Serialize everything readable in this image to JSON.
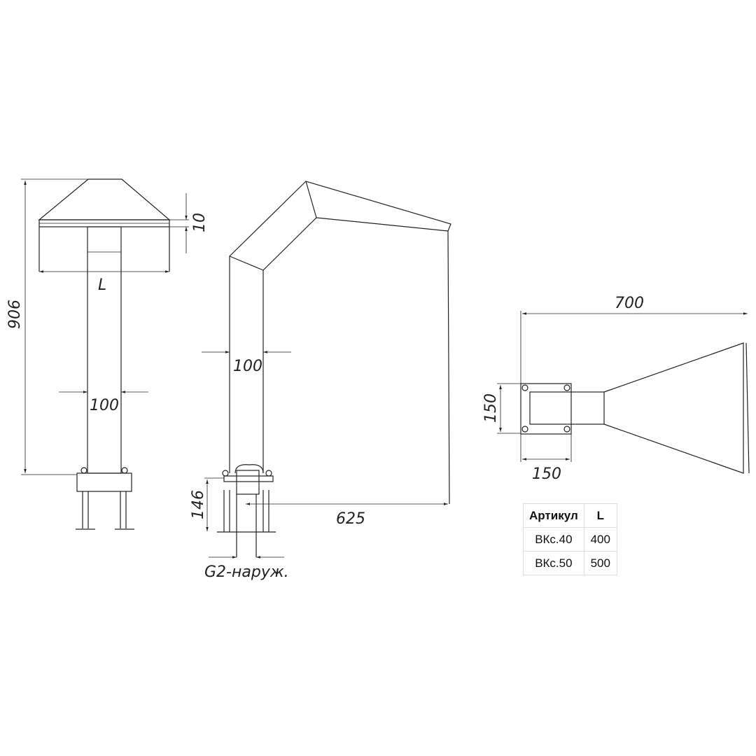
{
  "dimensions": {
    "height_total": "906",
    "cap_gap": "10",
    "length": "L",
    "pipe_width_front": "100",
    "pipe_width_side": "100",
    "base_height": "146",
    "reach": "625",
    "thread": "G2-наруж.",
    "hood_length": "700",
    "flange_height": "150",
    "flange_width": "150"
  },
  "table": {
    "headers": [
      "Артикул",
      "L"
    ],
    "rows": [
      {
        "article": "ВКс.40",
        "L": "400"
      },
      {
        "article": "ВКс.50",
        "L": "500"
      }
    ]
  }
}
